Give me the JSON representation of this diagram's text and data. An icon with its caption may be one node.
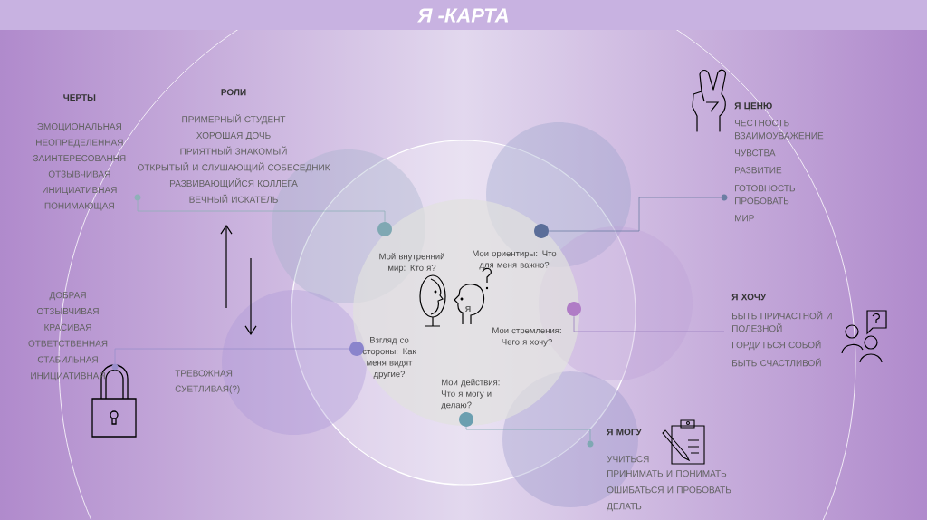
{
  "diagram": {
    "title": "Я -КАРТА",
    "nodes": [
      {
        "text": [
          "ЧЕРТЫ",
          "ЭМОЦИОНАЛЬНАЯ",
          "НЕОПРЕДЕЛЕННАЯ",
          "ЗАИНТЕРЕСОВАННЯ",
          "ОТЗЫВЧИВАЯ",
          "ИНИЦИАТИВНАЯ",
          "ПОНИМАЮЩАЯ"
        ]
      },
      {
        "text": [
          "РОЛИ",
          "ПРИМЕРНЫЙ СТУДЕНТ",
          "ХОРОШАЯ ДОЧЬ",
          "ПРИЯТНЫЙ ЗНАКОМЫЙ",
          "ОТКРЫТЫЙ И СЛУШАЮЩИЙ СОБЕСЕДНИК",
          "РАЗВИВАЮЩИЙСЯ КОЛЛЕГА",
          "ВЕЧНЫЙ ИСКАТЕЛЬ"
        ]
      },
      {
        "text": [
          "Я ЦЕНЮ",
          "ЧЕСТНОСТЬ",
          "ВЗАИМОУВАЖЕНИЕ",
          "ЧУВСТВА",
          "РАЗВИТИЕ",
          "ГОТОВНОСТЬ ПРОБОВАТЬ",
          "МИР"
        ]
      },
      {
        "text": [
          "ДОБРАЯ",
          "ОТЗЫВЧИВАЯ",
          "КРАСИВАЯ",
          "ОТВЕТСТВЕННАЯ",
          "СТАБИЛЬНАЯ",
          "ИНИЦИАТИВНАЯ"
        ]
      },
      {
        "text": [
          "Я ХОЧУ",
          "БЫТЬ ПРИЧАСТНОЙ И ПОЛЕЗНОЙ",
          "ГОРДИТЬСЯ СОБОЙ",
          "БЫТЬ СЧАСТЛИВОЙ"
        ]
      },
      {
        "text": [
          "Я МОГУ",
          "УЧИТЬСЯ",
          "ПРИНИМАТЬ И ПОНИМАТЬ",
          "ОШИБАТЬСЯ И ПРОБОВАТЬ",
          "ДЕЛАТЬ"
        ]
      },
      {
        "text": [],
        "shape": "circle",
        "beside": [
          "Мой внутренний мир: Кто я?"
        ]
      },
      {
        "text": [],
        "shape": "circle",
        "beside": [
          "Мои ориентиры: Что для меня важно?"
        ]
      },
      {
        "text": [],
        "shape": "circle",
        "beside": [
          "Мои стремления: Чего я хочу?"
        ]
      },
      {
        "text": [],
        "shape": "circle",
        "beside": [
          "Взгляд со стороны: Как меня видят другие?"
        ]
      },
      {
        "text": [],
        "shape": "circle",
        "beside": [
          "Мои действия: Что я могу и делаю?"
        ]
      },
      {
        "text": [],
        "shape": "circle"
      },
      {
        "text": [],
        "shape": "circle"
      },
      {
        "text": [],
        "shape": "circle"
      },
      {
        "text": [],
        "shape": "circle"
      }
    ],
    "edges": [
      {
        "from": 6,
        "to": 11,
        "arrow": "none",
        "color": "#8fb0b8"
      },
      {
        "from": 7,
        "to": 12,
        "arrow": "none",
        "color": "#6c7ea3"
      },
      {
        "from": 8,
        "to": 4,
        "arrow": "none",
        "color": "#9a7fc0"
      },
      {
        "from": 9,
        "to": 13,
        "arrow": "none",
        "color": "#9a8fcc"
      },
      {
        "from": 10,
        "to": 14,
        "arrow": "none",
        "color": "#7fa8b3"
      }
    ],
    "labels": [
      "ТРЕВОЖНАЯ",
      "СУЕТЛИВАЯ(?)",
      "Я"
    ]
  }
}
